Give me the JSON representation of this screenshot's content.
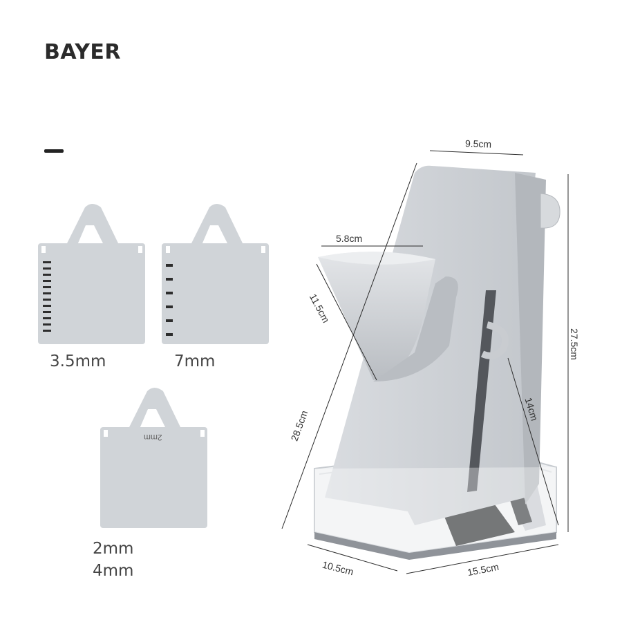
{
  "brand": {
    "name": "BAYER"
  },
  "blades": [
    {
      "label": "3.5mm"
    },
    {
      "label": "7mm"
    },
    {
      "label": "2mm",
      "label2": "4mm",
      "engraving": "2mm"
    }
  ],
  "dimensions": {
    "top_width": "9.5cm",
    "chute_width": "5.8cm",
    "chute_height": "11.5cm",
    "total_height": "27.5cm",
    "length": "28.5cm",
    "stand": "14cm",
    "depth": "10.5cm",
    "width": "15.5cm"
  },
  "colors": {
    "product_grey": "#c9cdd2",
    "blade_grey": "#d0d4d8",
    "text": "#333333"
  }
}
